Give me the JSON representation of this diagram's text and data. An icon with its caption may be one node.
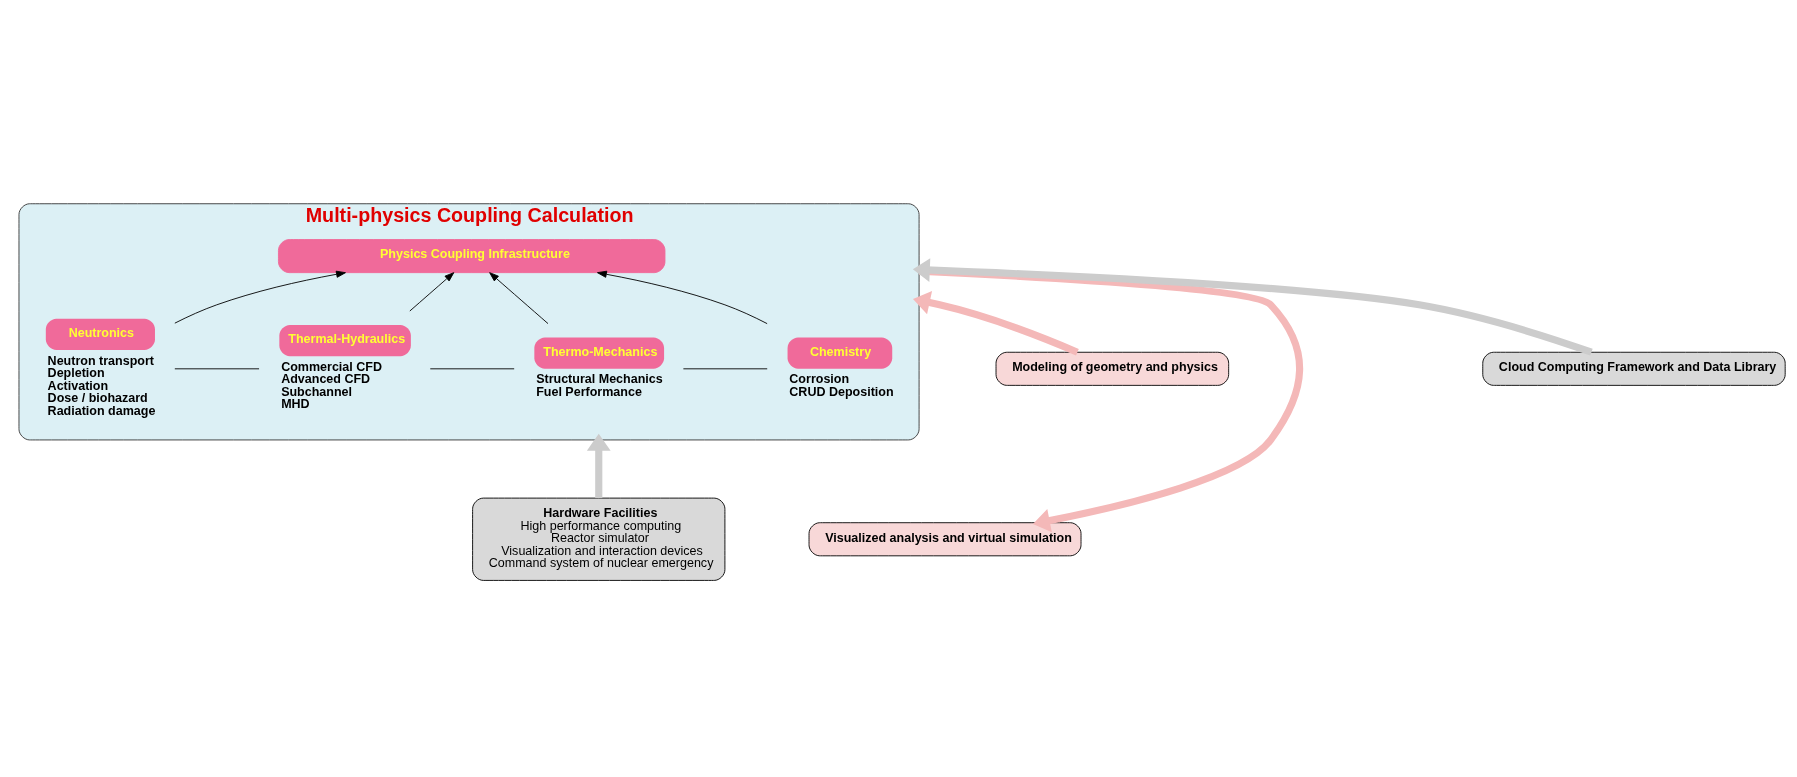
{
  "diagram": {
    "nodes": [
      {
        "text": [
          "Modeling of geometry and physics"
        ]
      },
      {
        "text": [
          "Multi-physics Coupling Calculation"
        ]
      },
      {
        "text": [
          "Physics Coupling Infrastructure"
        ],
        "in": 1
      },
      {
        "text": [
          "Neutronics"
        ],
        "in": 1,
        "beside": [
          "Neutron transport",
          "Depletion",
          "Activation",
          "Dose / biohazard",
          "Radiation damage"
        ]
      },
      {
        "text": [
          "Thermal-Hydraulics"
        ],
        "in": 1,
        "beside": [
          "Commercial CFD",
          "Advanced CFD",
          "Subchannel",
          "MHD"
        ]
      },
      {
        "text": [
          "Thermo-Mechanics"
        ],
        "in": 1,
        "beside": [
          "Structural Mechanics",
          "Fuel Performance"
        ]
      },
      {
        "text": [
          "Chemistry"
        ],
        "in": 1,
        "beside": [
          "Corrosion",
          "CRUD Deposition"
        ]
      },
      {
        "text": [
          "Visualized analysis and virtual simulation"
        ]
      },
      {
        "text": [
          "Cloud Computing Framework and Data Library"
        ]
      },
      {
        "text": [
          "Hardware Facilities",
          "High performance computing",
          "Reactor simulator",
          "Visualization and interaction devices",
          "Command system of nuclear emergency"
        ]
      }
    ],
    "edges": [
      {
        "from": 0,
        "to": 1,
        "arrow": "to",
        "style": "thick",
        "color": "#f4b8b8"
      },
      {
        "from": 3,
        "to": 2,
        "arrow": "to"
      },
      {
        "from": 4,
        "to": 2,
        "arrow": "to"
      },
      {
        "from": 5,
        "to": 2,
        "arrow": "to"
      },
      {
        "from": 6,
        "to": 2,
        "arrow": "to"
      },
      {
        "from": 3,
        "to": 4,
        "arrow": "none"
      },
      {
        "from": 4,
        "to": 5,
        "arrow": "none"
      },
      {
        "from": 5,
        "to": 6,
        "arrow": "none"
      },
      {
        "from": 1,
        "to": 7,
        "arrow": "to",
        "style": "thick",
        "color": "#f4b8b8"
      },
      {
        "from": 8,
        "to": 1,
        "arrow": "to",
        "style": "thick",
        "color": "#cccccc"
      },
      {
        "from": 9,
        "to": 1,
        "arrow": "to",
        "style": "thick",
        "color": "#cccccc"
      }
    ]
  }
}
